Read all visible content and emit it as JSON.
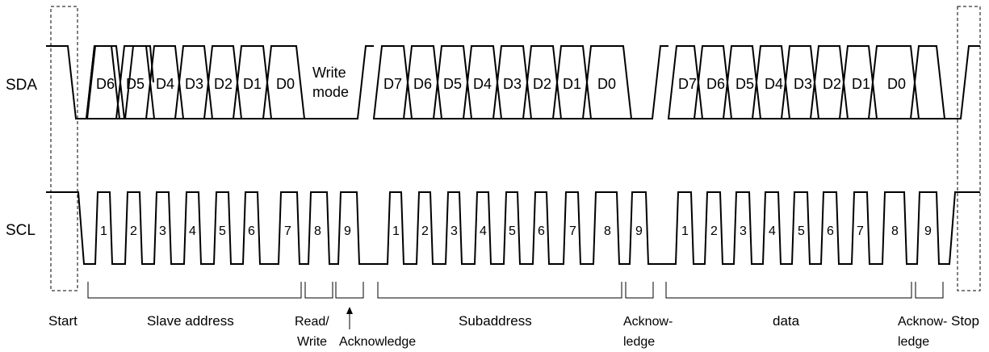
{
  "signals": {
    "sda": "SDA",
    "scl": "SCL"
  },
  "sda_bits": {
    "group1": [
      "D6",
      "D5",
      "D4",
      "D3",
      "D2",
      "D1",
      "D0"
    ],
    "write_mode": [
      "Write",
      "mode"
    ],
    "group2": [
      "D7",
      "D6",
      "D5",
      "D4",
      "D3",
      "D2",
      "D1",
      "D0"
    ],
    "group3": [
      "D7",
      "D6",
      "D5",
      "D4",
      "D3",
      "D2",
      "D1",
      "D0"
    ]
  },
  "scl_pulses": {
    "group1": [
      "1",
      "2",
      "3",
      "4",
      "5",
      "6",
      "7",
      "8",
      "9"
    ],
    "group2": [
      "1",
      "2",
      "3",
      "4",
      "5",
      "6",
      "7",
      "8",
      "9"
    ],
    "group3": [
      "1",
      "2",
      "3",
      "4",
      "5",
      "6",
      "7",
      "8",
      "9"
    ]
  },
  "labels": {
    "start": "Start",
    "slave_address": "Slave address",
    "read_write": [
      "Read/",
      "Write"
    ],
    "acknowledge": "Acknowledge",
    "subaddress": "Subaddress",
    "acknowledge_split_1": [
      "Acknow-",
      "ledge"
    ],
    "data": "data",
    "acknowledge_split_2": [
      "Acknow-",
      "ledge"
    ],
    "stop": "Stop"
  }
}
